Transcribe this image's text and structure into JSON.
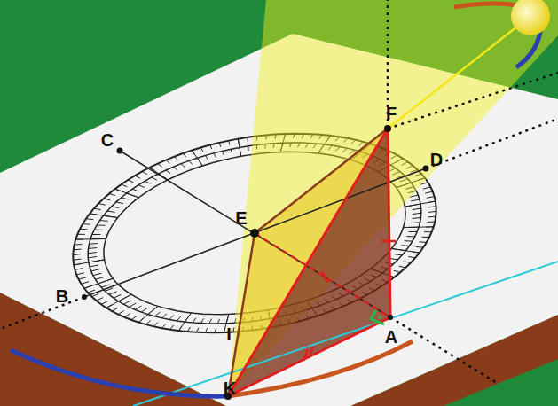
{
  "diagram": {
    "labels": [
      "C",
      "F",
      "D",
      "E",
      "B",
      "I",
      "A",
      "K"
    ]
  }
}
